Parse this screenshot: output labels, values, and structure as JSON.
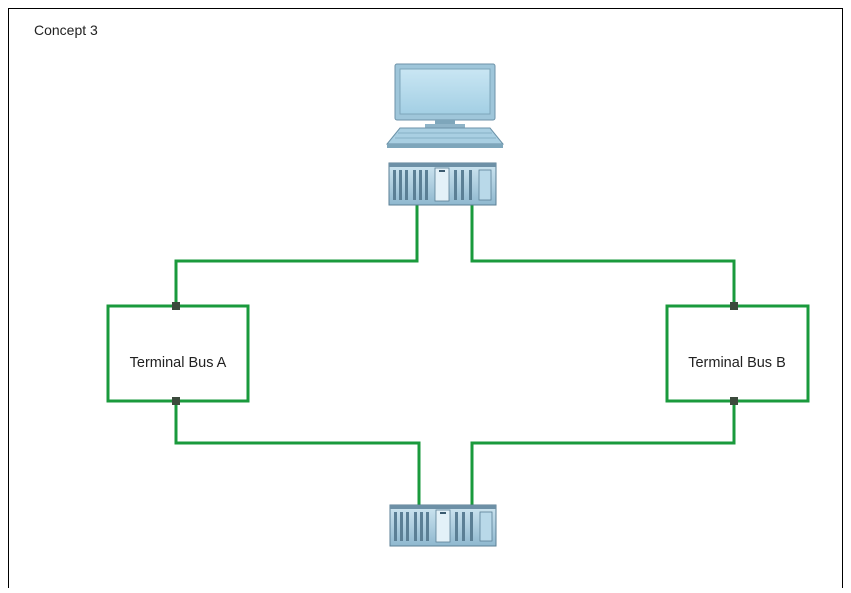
{
  "title": "Concept 3",
  "buses": [
    {
      "label": "Terminal Bus A"
    },
    {
      "label": "Terminal Bus B"
    }
  ],
  "colors": {
    "line": "#1a9a3c",
    "connector": "#3c4a3c",
    "device_blue": "#a9cfe2",
    "device_dark": "#5b7f95",
    "frame": "#000000"
  },
  "icons": [
    "computer-icon",
    "server-rack-icon"
  ]
}
